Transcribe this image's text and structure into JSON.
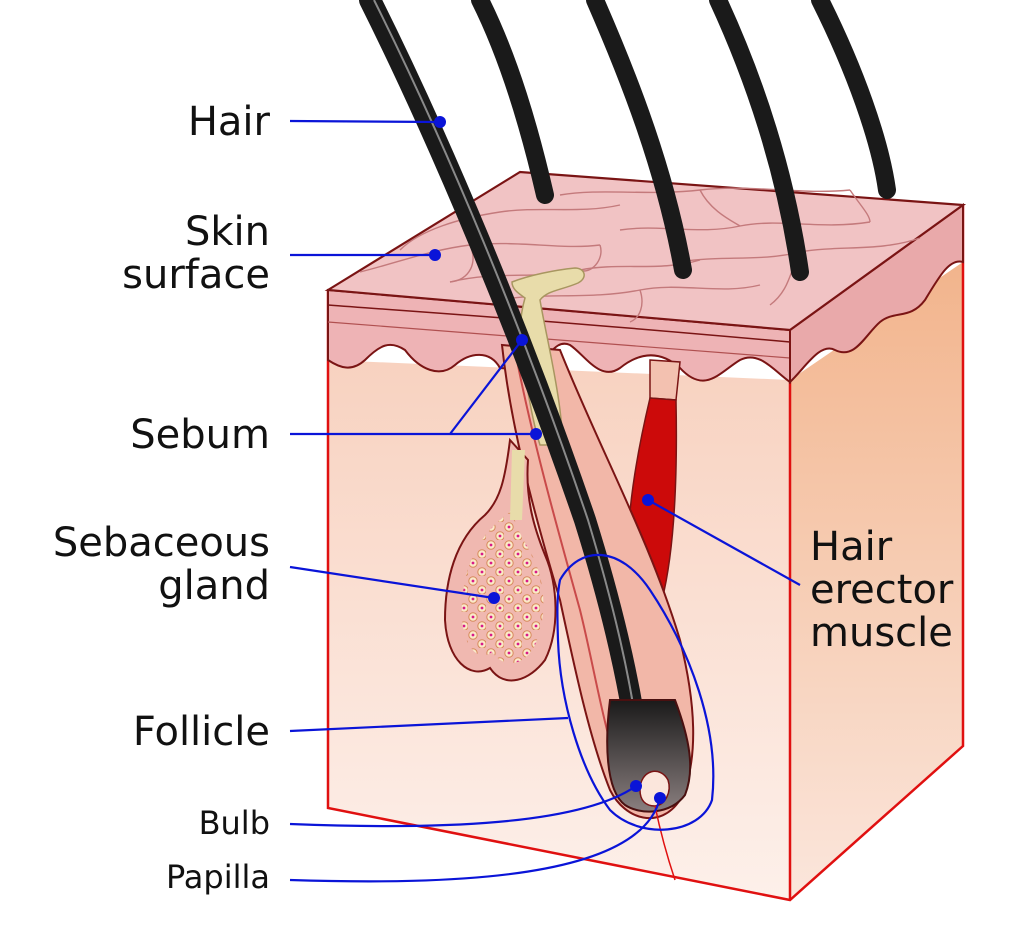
{
  "labels": {
    "hair": "Hair",
    "skin_surface": [
      "Skin",
      "surface"
    ],
    "sebum": "Sebum",
    "sebaceous_gland": [
      "Sebaceous",
      "gland"
    ],
    "follicle": "Follicle",
    "bulb": "Bulb",
    "papilla": "Papilla",
    "hair_erector_muscle": [
      "Hair",
      "erector",
      "muscle"
    ]
  },
  "colors": {
    "leader_line": "#0a14d8",
    "skin_outline": "#e01010",
    "epidermis": "#eeb3b5",
    "epidermis_outline": "#7a1414",
    "dermis_light": "#fbe6dc",
    "dermis_dark": "#f4c2a0",
    "hair_shaft": "#1a1a1a",
    "sebum": "#e8dcaa",
    "muscle": "#cc0a0a",
    "gland": "#f0b8b0"
  }
}
